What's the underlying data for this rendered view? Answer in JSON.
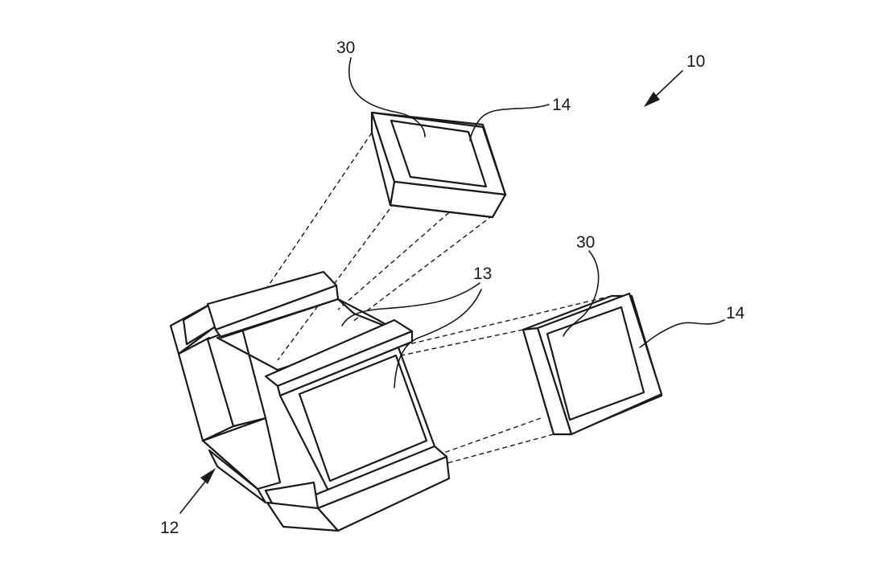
{
  "figure": {
    "reference_numerals": {
      "assembly": "10",
      "frame": "12",
      "frame_openings": "13",
      "module_top": "14",
      "module_right": "14",
      "window_top": "30",
      "window_right": "30"
    },
    "colors": {
      "line": "#1a1a1a",
      "background": "#ffffff"
    }
  }
}
